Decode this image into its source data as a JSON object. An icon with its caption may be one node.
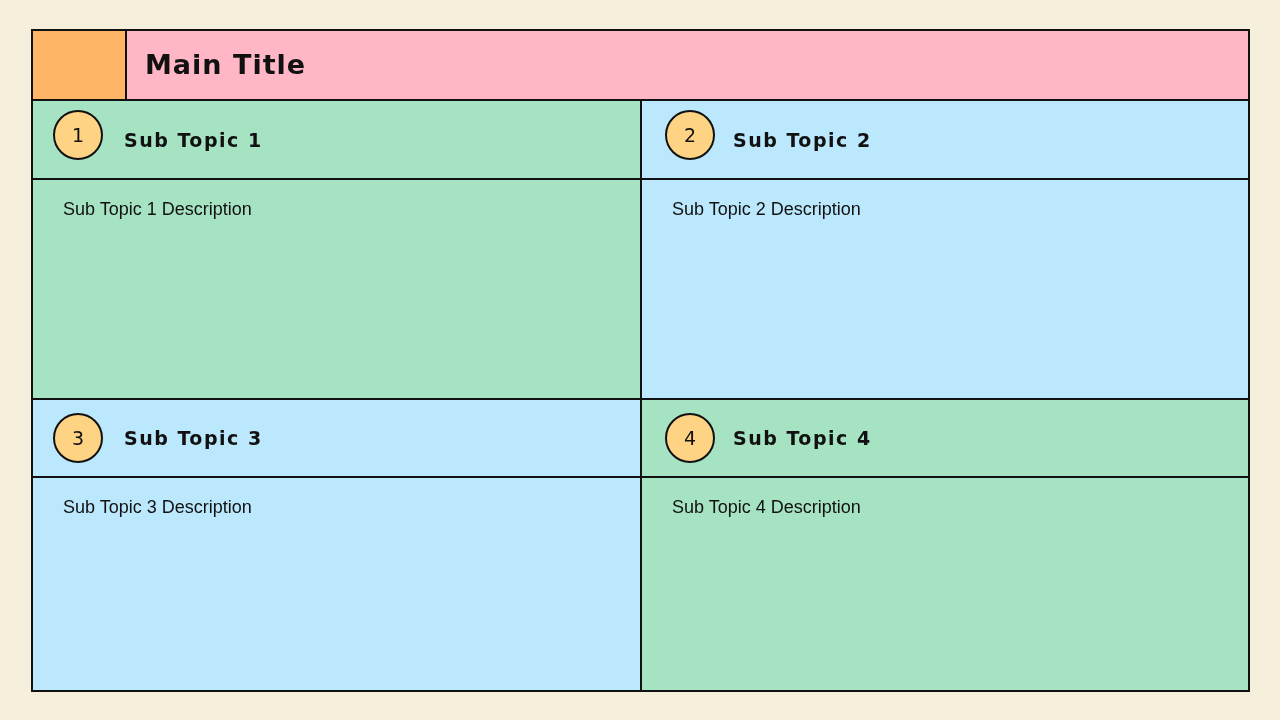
{
  "diagram": {
    "nodes": [
      {
        "text": [],
        "shape": "box"
      },
      {
        "text": [
          "Main Title"
        ]
      },
      {
        "text": [
          "Sub Topic 1"
        ]
      },
      {
        "text": [
          "1"
        ],
        "in": 2
      },
      {
        "text": [
          "Sub Topic 2"
        ]
      },
      {
        "text": [
          "2"
        ],
        "in": 4
      },
      {
        "text": [
          "Sub Topic 1 Description"
        ]
      },
      {
        "text": [
          "Sub Topic 2 Description"
        ]
      },
      {
        "text": [
          "Sub Topic 3"
        ]
      },
      {
        "text": [
          "3"
        ],
        "in": 8
      },
      {
        "text": [
          "Sub Topic 4"
        ]
      },
      {
        "text": [
          "4"
        ],
        "in": 10
      },
      {
        "text": [
          "Sub Topic 3 Description"
        ]
      },
      {
        "text": [
          "Sub Topic 4 Description"
        ]
      }
    ],
    "edges": []
  }
}
